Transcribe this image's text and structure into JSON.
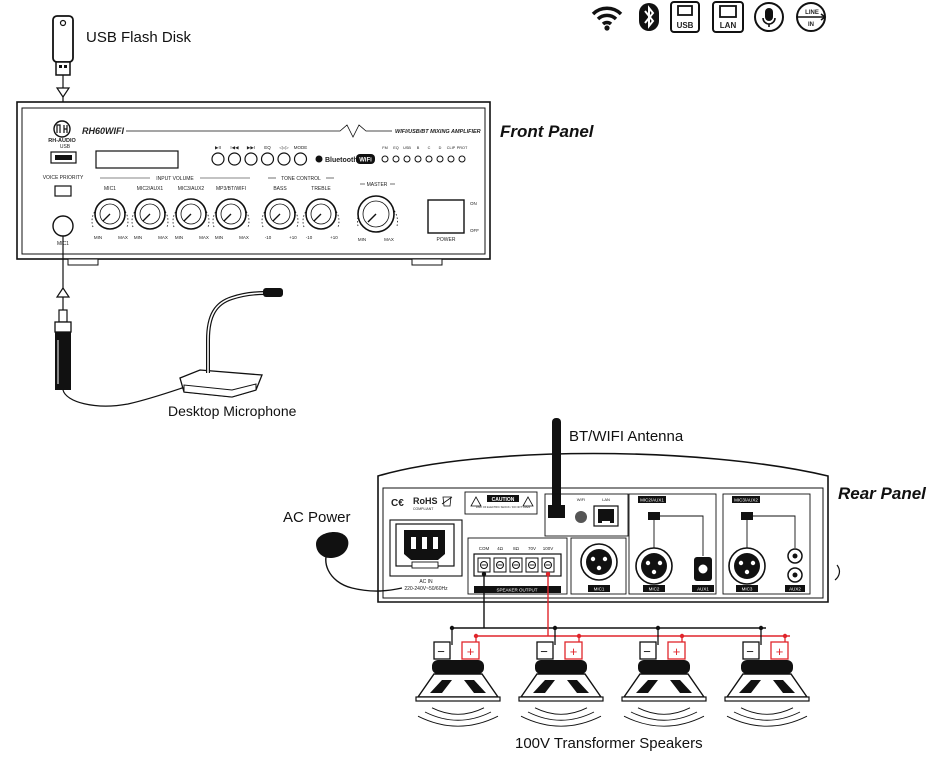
{
  "labels": {
    "usb_flash_disk": "USB Flash Disk",
    "front_panel": "Front Panel",
    "rear_panel": "Rear Panel",
    "desktop_microphone": "Desktop Microphone",
    "bt_wifi_antenna": "BT/WIFI Antenna",
    "ac_power": "AC Power",
    "speakers": "100V  Transformer  Speakers"
  },
  "top_icons": {
    "items": [
      "wifi-icon",
      "bluetooth-icon",
      "usb-icon",
      "lan-icon",
      "microphone-icon",
      "line-in-icon"
    ],
    "usb_text": "USB",
    "lan_text": "LAN",
    "line_text": "LINE",
    "in_text": "IN"
  },
  "front": {
    "brand": "RH-AUDIO",
    "model": "RH60WIFI",
    "subtitle": "WIFI/USB/BT MIXING AMPLIFIER",
    "usb_port_label": "USB",
    "voice_priority": "VOICE PRIORITY",
    "input_volume": "INPUT VOLUME",
    "tone_control": "TONE CONTROL",
    "master": "MASTER",
    "knobs": [
      "MIC1",
      "MIC2/AUX1",
      "MIC3/AUX2",
      "MP3/BT/WIFI"
    ],
    "tone_knobs": [
      "BASS",
      "TREBLE"
    ],
    "min": "MIN",
    "max": "MAX",
    "minus10": "-10",
    "plus10": "+10",
    "mic1": "MIC1",
    "power": "POWER",
    "on": "ON",
    "off": "OFF",
    "bluetooth_text": "Bluetooth",
    "wifi_text": "WiFi",
    "transport_labels": [
      "▶II",
      "I◀◀",
      "▶▶I",
      "EQ",
      "◁=▷",
      "MODE"
    ],
    "leds": [
      "FM",
      "EQ",
      "USB",
      "B",
      "C",
      "D",
      "CLIP",
      "PROT"
    ]
  },
  "rear": {
    "rohs": "RoHS",
    "compliant": "COMPLIANT",
    "caution": "CAUTION",
    "caution_text": "RISK OF ELECTRIC SHOCK / DO NOT OPEN",
    "wifi_label": "WIFI",
    "lan_label": "LAN",
    "ac_in": "AC IN",
    "ac_spec": "220-240V~50/60Hz",
    "speaker_output": "SPEAKER OUTPUT",
    "terminals": [
      "COM",
      "4Ω",
      "8Ω",
      "70V",
      "100V"
    ],
    "mic1": "MIC1",
    "mic2_aux1": "MIC2/AUX1",
    "mic2": "MIC2",
    "aux1": "AUX1",
    "mic3_aux2": "MIC3/AUX2",
    "mic3": "MIC3",
    "aux2": "AUX2"
  },
  "speaker_signs": {
    "minus": "−",
    "plus": "+"
  }
}
